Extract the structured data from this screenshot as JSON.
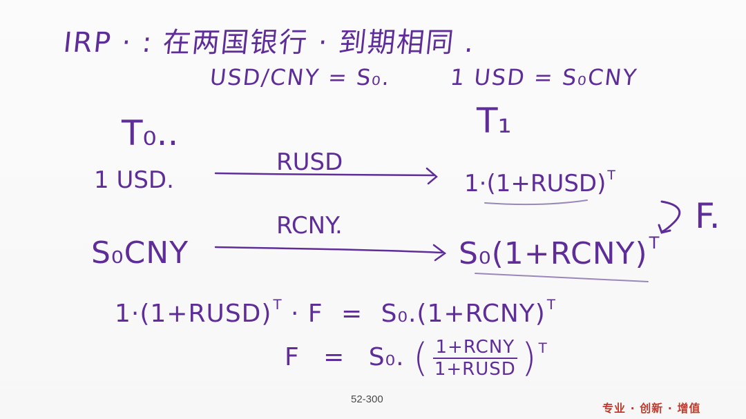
{
  "whiteboard": {
    "title": "IRP · : 在两国银行 · 到期相同 .",
    "spot_rate": "USD/CNY = S₀.",
    "spot_equiv": "1 USD = S₀CNY",
    "time_start": "T₀..",
    "time_end": "T₁",
    "usd_amount": "1 USD.",
    "usd_rate_label": "RUSD",
    "usd_result": "1·(1+RUSD)",
    "cny_amount": "S₀CNY",
    "cny_rate_label": "RCNY.",
    "cny_result": "S₀(1+RCNY)",
    "exponent": "T",
    "forward_label": "F.",
    "equation_left": "1·(1+RUSD)",
    "equation_mid": "· F",
    "equation_eq": "=",
    "equation_right": "S₀.(1+RCNY)",
    "forward_lhs": "F",
    "forward_eq": "=",
    "forward_s0": "S₀.",
    "fraction_num": "1+RCNY",
    "fraction_den": "1+RUSD"
  },
  "footer": {
    "page_number": "52-300",
    "brand": "专业 · 创新 · 增值"
  },
  "colors": {
    "ink": "#5e2d98",
    "brand": "#c0392b",
    "background": "#f8f8f8"
  }
}
